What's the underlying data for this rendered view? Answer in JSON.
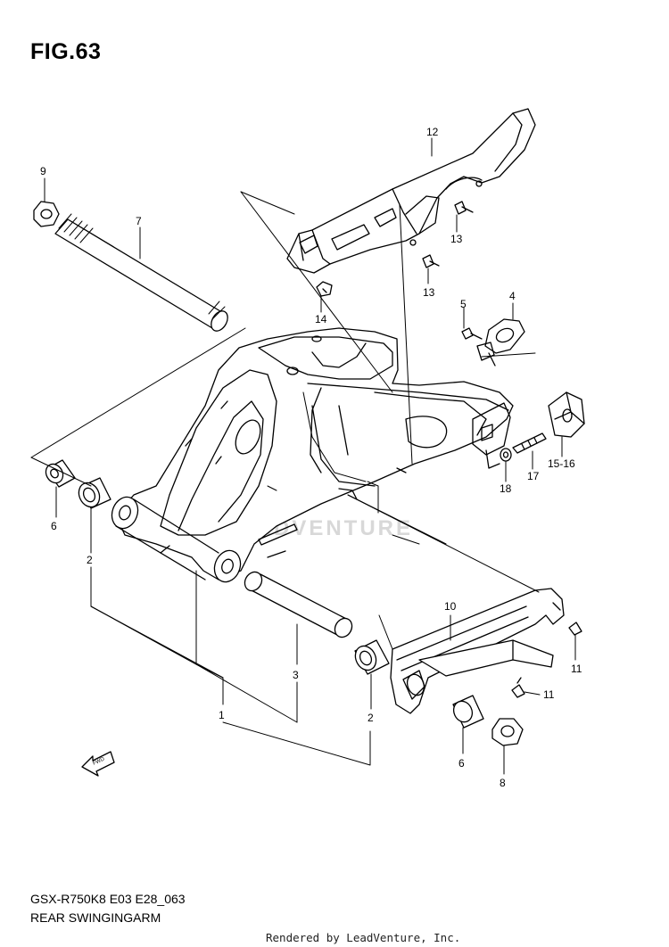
{
  "figure": {
    "title": "FIG.63",
    "model_code": "GSX-R750K8 E03 E28_063",
    "assembly_name": "REAR SWINGINGARM",
    "credit": "Rendered by LeadVenture, Inc.",
    "watermark": "LEADVENTURE",
    "fwd_label": "FWD"
  },
  "callouts": [
    {
      "id": "c12",
      "label": "12"
    },
    {
      "id": "c9",
      "label": "9"
    },
    {
      "id": "c7",
      "label": "7"
    },
    {
      "id": "c13a",
      "label": "13"
    },
    {
      "id": "c13b",
      "label": "13"
    },
    {
      "id": "c14",
      "label": "14"
    },
    {
      "id": "c5",
      "label": "5"
    },
    {
      "id": "c4",
      "label": "4"
    },
    {
      "id": "c15",
      "label": "15-16"
    },
    {
      "id": "c17",
      "label": "17"
    },
    {
      "id": "c18",
      "label": "18"
    },
    {
      "id": "c6a",
      "label": "6"
    },
    {
      "id": "c2a",
      "label": "2"
    },
    {
      "id": "c10",
      "label": "10"
    },
    {
      "id": "c11a",
      "label": "11"
    },
    {
      "id": "c11b",
      "label": "11"
    },
    {
      "id": "c3",
      "label": "3"
    },
    {
      "id": "c1",
      "label": "1"
    },
    {
      "id": "c2b",
      "label": "2"
    },
    {
      "id": "c6b",
      "label": "6"
    },
    {
      "id": "c8",
      "label": "8"
    }
  ]
}
